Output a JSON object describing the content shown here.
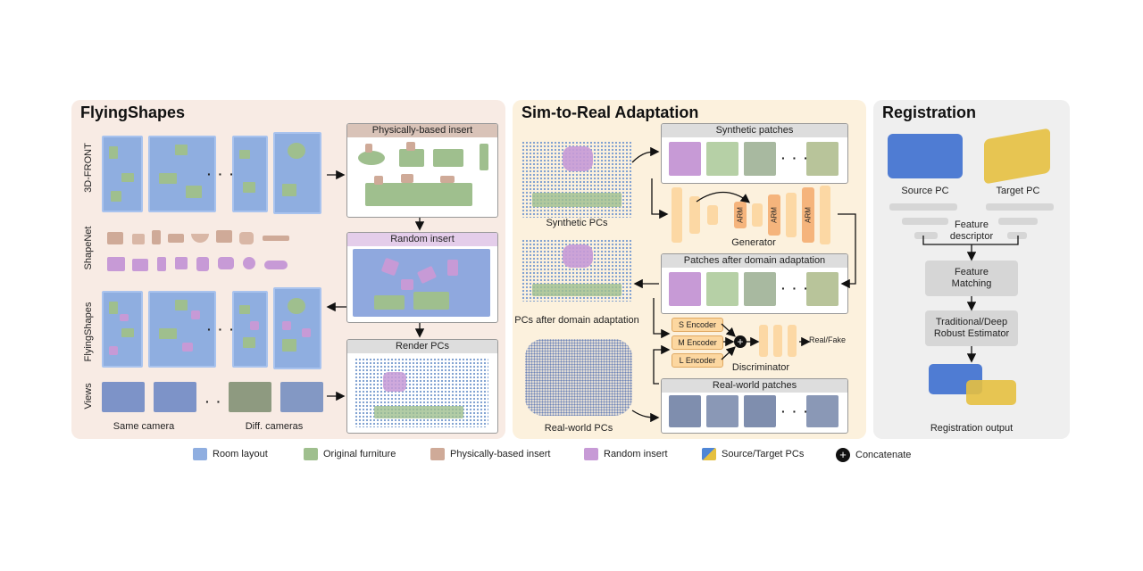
{
  "panels": {
    "flyingshapes": {
      "title": "FlyingShapes",
      "row_labels": [
        "3D-FRONT",
        "ShapeNet",
        "FlyingShapes",
        "Views"
      ],
      "boxes": {
        "physically_based": "Physically-based insert",
        "random_insert": "Random insert",
        "render_pcs": "Render PCs"
      },
      "view_labels": {
        "same_camera": "Same camera",
        "diff_cameras": "Diff. cameras"
      },
      "ellipsis": "· · ·"
    },
    "sim2real": {
      "title": "Sim-to-Real Adaptation",
      "synthetic_patches": "Synthetic patches",
      "synthetic_pcs": "Synthetic PCs",
      "generator": "Generator",
      "arm": "ARM",
      "patches_after": "Patches after domain adaptation",
      "pcs_after": "PCs after domain adaptation",
      "encoders": [
        "S  Encoder",
        "M  Encoder",
        "L  Encoder"
      ],
      "real_fake": "Real/Fake",
      "discriminator": "Discriminator",
      "real_world_pcs": "Real-world PCs",
      "real_world_patches": "Real-world patches",
      "ellipsis": "· · ·"
    },
    "registration": {
      "title": "Registration",
      "source_pc": "Source PC",
      "target_pc": "Target PC",
      "feature_descriptor": "Feature\ndescriptor",
      "feature_matching": "Feature\nMatching",
      "estimator": "Traditional/Deep\nRobust Estimator",
      "output": "Registration output"
    }
  },
  "legend": [
    {
      "label": "Room layout",
      "color": "#8faee0"
    },
    {
      "label": "Original furniture",
      "color": "#9fbf8e"
    },
    {
      "label": "Physically-based insert",
      "color": "#cfaa98"
    },
    {
      "label": "Random insert",
      "color": "#c79ad6"
    },
    {
      "label": "Source/Target PCs",
      "color": "#4f86d6"
    },
    {
      "label": "Concatenate",
      "color": "#111111"
    }
  ],
  "colors": {
    "flyingshapes_bg": "#f8ebe4",
    "sim2real_bg": "#fcf1dd",
    "registration_bg": "#efefef",
    "source_pc": "#3d6fcf",
    "target_pc": "#e5c040"
  }
}
